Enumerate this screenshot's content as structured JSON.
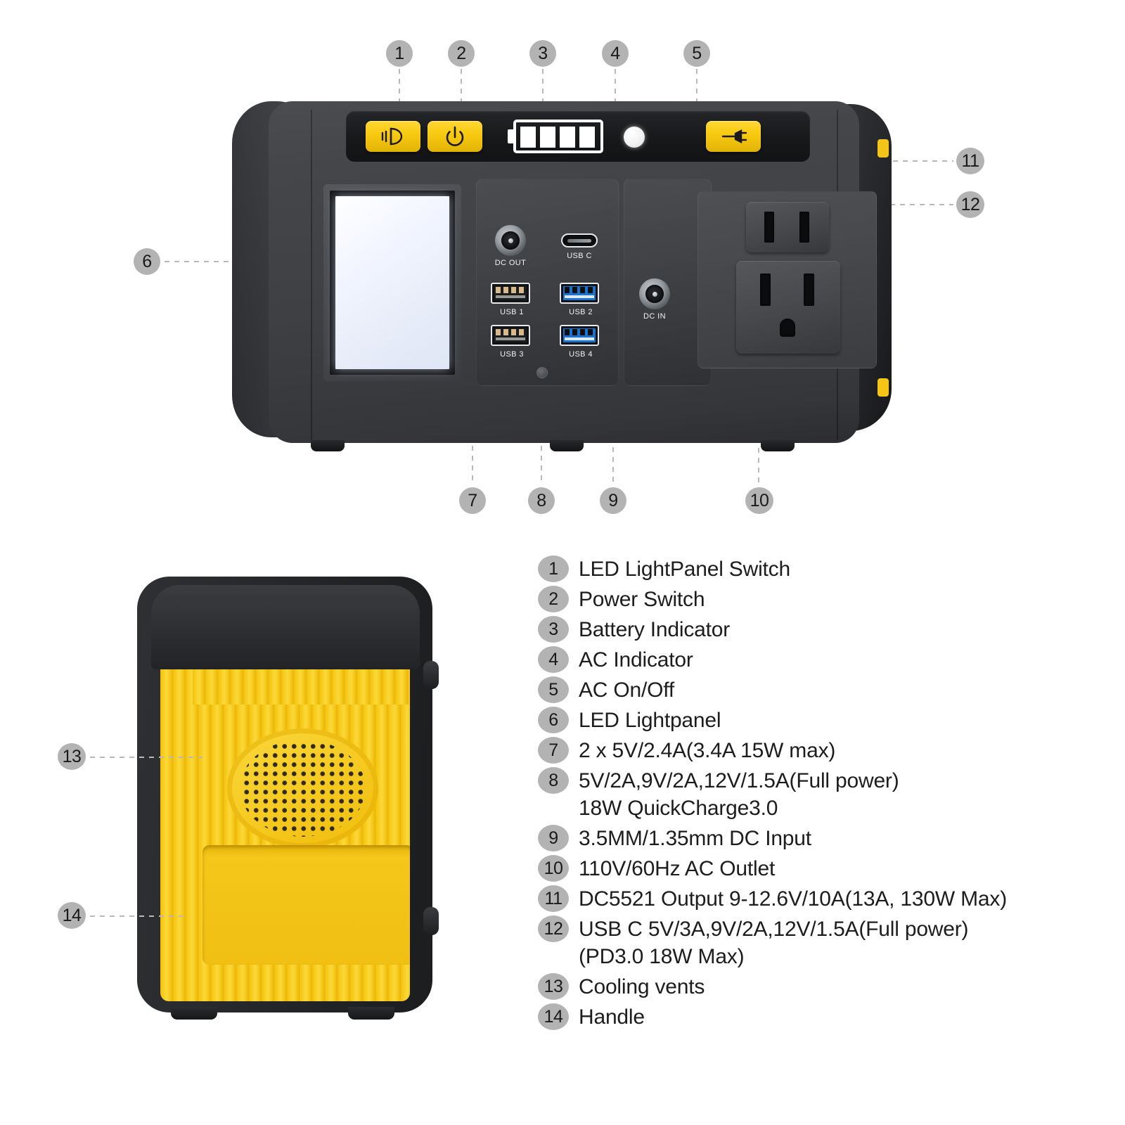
{
  "front_view": {
    "top_panel": {
      "light_button": {
        "icon": "light-bulb-icon",
        "label": "LED LightPanel Switch"
      },
      "power_button": {
        "icon": "power-icon",
        "label": "Power Switch"
      },
      "battery_indicator": {
        "icon": "battery-icon",
        "label": "Battery Indicator",
        "bars": 4
      },
      "ac_indicator": {
        "icon": "led-indicator-icon",
        "label": "AC Indicator"
      },
      "ac_button": {
        "icon": "plug-icon",
        "label": "AC On/Off"
      }
    },
    "led_panel": {
      "label": "LED Lightpanel"
    },
    "ports": [
      {
        "id": "dc-out",
        "label": "DC OUT",
        "type": "barrel"
      },
      {
        "id": "usb-c",
        "label": "USB C",
        "type": "usb-c"
      },
      {
        "id": "usb-1",
        "label": "USB 1",
        "type": "usb-a",
        "color": "black"
      },
      {
        "id": "usb-2",
        "label": "USB 2",
        "type": "usb-a",
        "color": "blue"
      },
      {
        "id": "usb-3",
        "label": "USB 3",
        "type": "usb-a",
        "color": "black"
      },
      {
        "id": "usb-4",
        "label": "USB 4",
        "type": "usb-a",
        "color": "blue"
      },
      {
        "id": "dc-in",
        "label": "DC IN",
        "type": "barrel"
      }
    ],
    "ac_outlets": {
      "label": "110V/60Hz AC Outlet",
      "count": 2
    }
  },
  "callouts": {
    "top": [
      "1",
      "2",
      "3",
      "4",
      "5"
    ],
    "left": [
      "6"
    ],
    "bottom": [
      "7",
      "8",
      "9",
      "10"
    ],
    "right": [
      "11",
      "12"
    ],
    "rear": [
      "13",
      "14"
    ]
  },
  "legend": [
    {
      "num": "1",
      "text": "LED LightPanel Switch"
    },
    {
      "num": "2",
      "text": "Power Switch"
    },
    {
      "num": "3",
      "text": "Battery Indicator"
    },
    {
      "num": "4",
      "text": "AC Indicator"
    },
    {
      "num": "5",
      "text": "AC On/Off"
    },
    {
      "num": "6",
      "text": "LED Lightpanel"
    },
    {
      "num": "7",
      "text": "2 x 5V/2.4A(3.4A 15W max)"
    },
    {
      "num": "8",
      "text": "5V/2A,9V/2A,12V/1.5A(Full power) 18W QuickCharge3.0"
    },
    {
      "num": "9",
      "text": "3.5MM/1.35mm DC Input"
    },
    {
      "num": "10",
      "text": "110V/60Hz AC Outlet"
    },
    {
      "num": "11",
      "text": " DC5521 Output 9-12.6V/10A(13A, 130W Max)"
    },
    {
      "num": "12",
      "text": "USB C 5V/3A,9V/2A,12V/1.5A(Full power) (PD3.0 18W Max)"
    },
    {
      "num": "13",
      "text": "Cooling vents"
    },
    {
      "num": "14",
      "text": "Handle"
    }
  ],
  "colors": {
    "accent_yellow": "#f7c90f",
    "body_dark": "#3e4044",
    "badge_gray": "#b3b3b3",
    "usb3_blue": "#1874d2",
    "leader_gray": "#b9b9b9"
  }
}
